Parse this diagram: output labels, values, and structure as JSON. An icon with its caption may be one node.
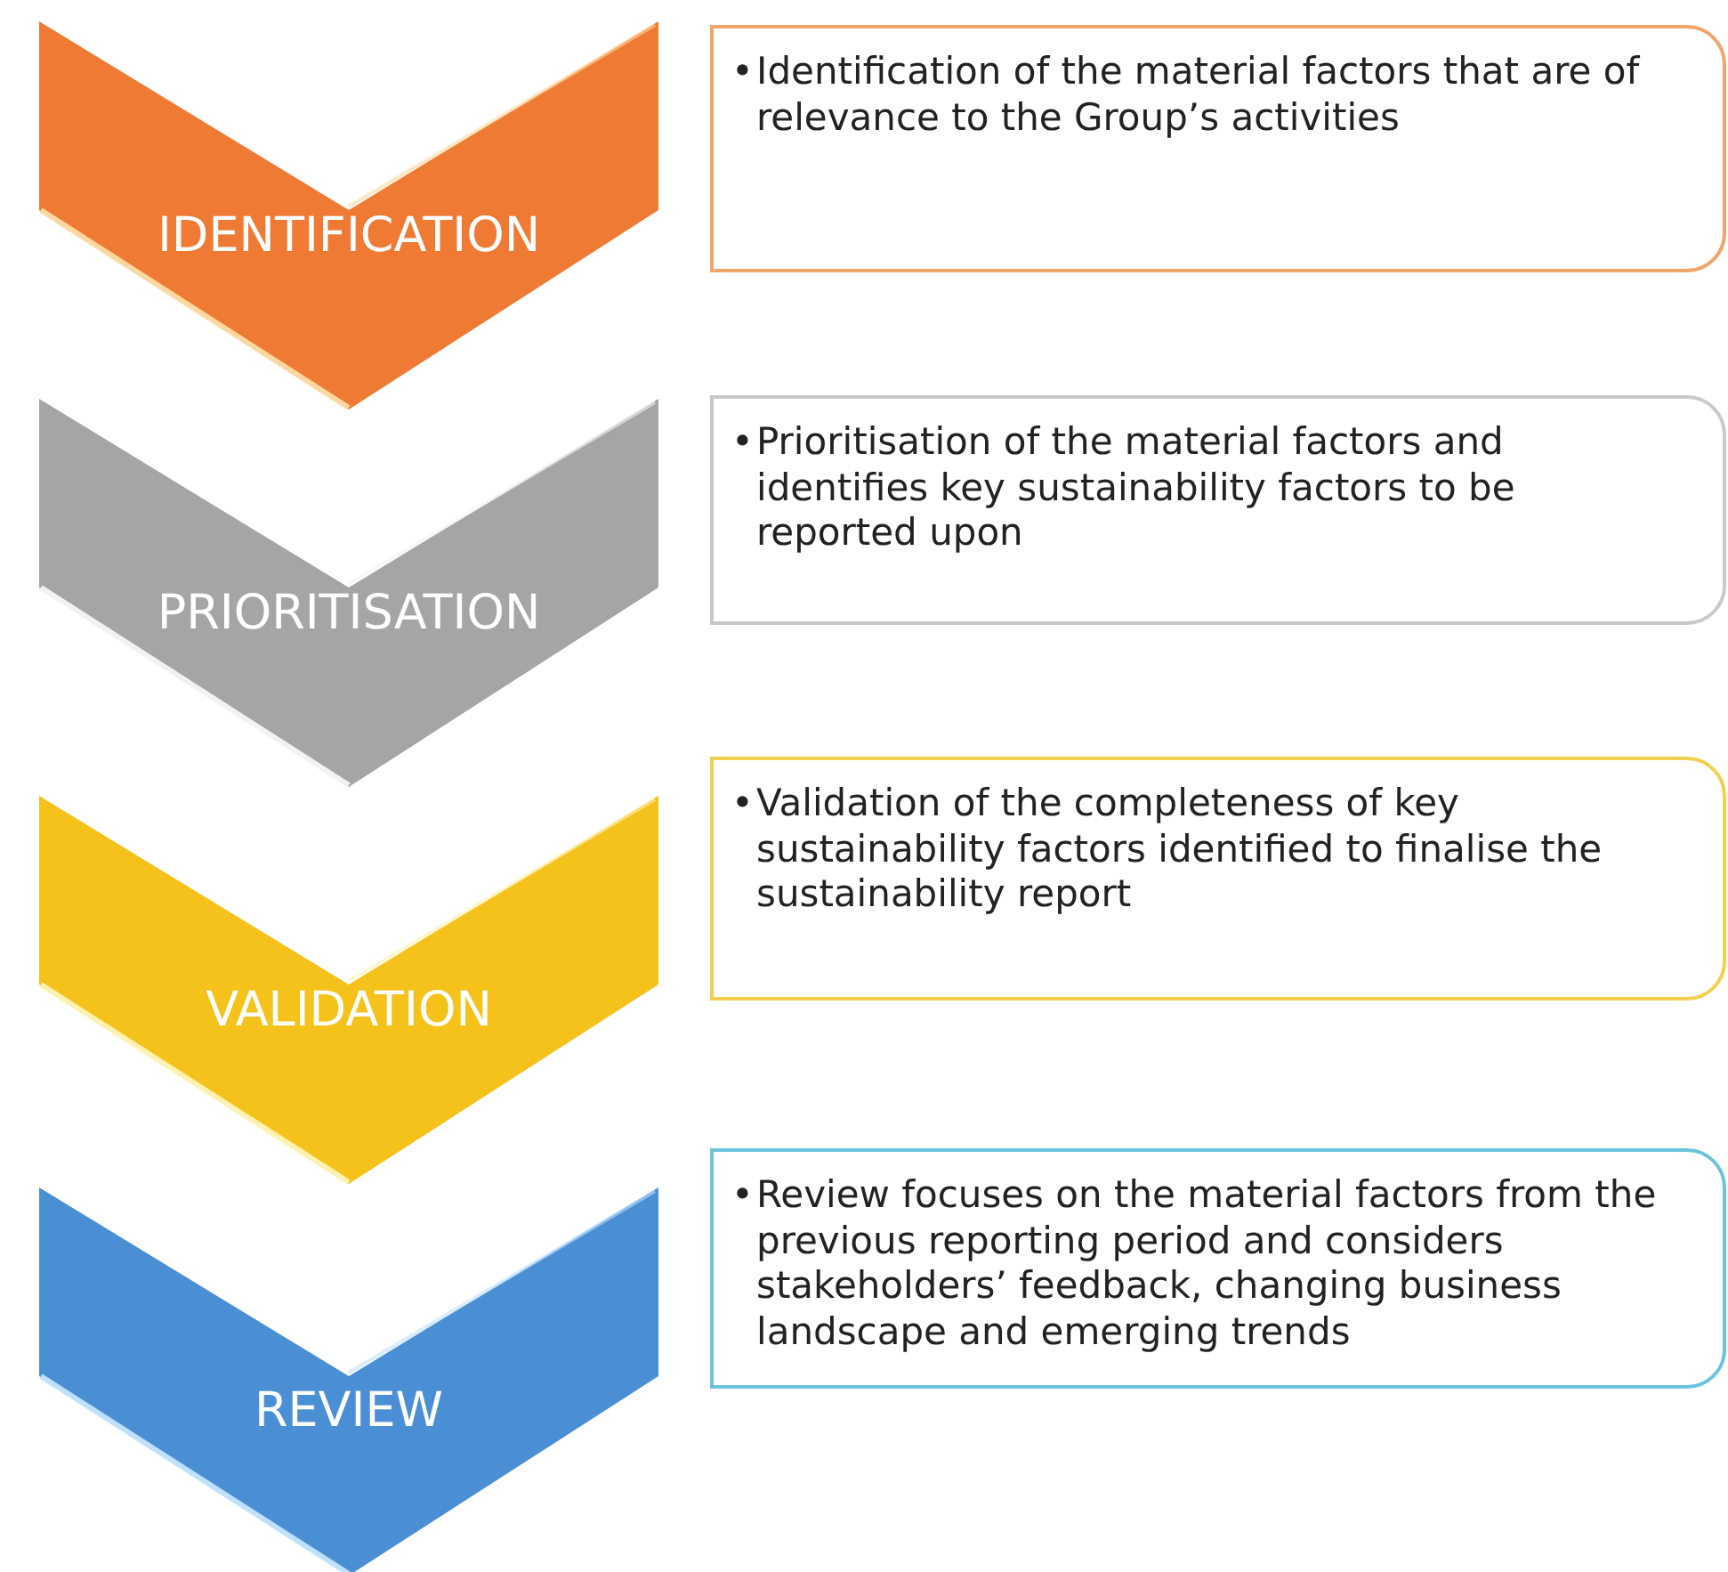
{
  "diagram": {
    "nodes": [
      {
        "text": [
          "IDENTIFICATION"
        ]
      },
      {
        "text": [
          "•",
          "Identification of the material factors that are of relevance to the Group’s activities"
        ]
      },
      {
        "text": [
          "PRIORITISATION"
        ]
      },
      {
        "text": [
          "•",
          "Prioritisation of the material factors and identifies key sustainability factors to be reported upon"
        ]
      },
      {
        "text": [
          "VALIDATION"
        ]
      },
      {
        "text": [
          "•",
          "Validation of the completeness of key sustainability factors identified to finalise the sustainability report"
        ]
      },
      {
        "text": [
          "REVIEW"
        ]
      },
      {
        "text": [
          "•",
          "Review focuses on the material factors from the previous reporting period and considers stakeholders’ feedback, changing business landscape and emerging trends"
        ]
      }
    ]
  }
}
